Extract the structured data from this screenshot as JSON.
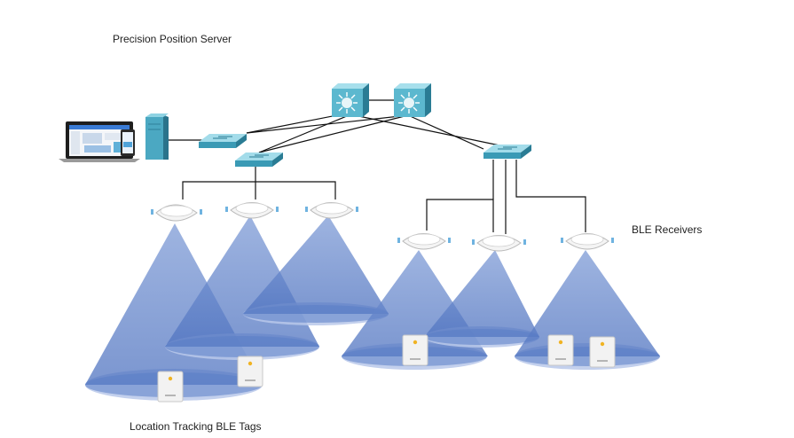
{
  "labels": {
    "server": "Precision Position Server",
    "receivers": "BLE Receivers",
    "tags": "Location Tracking BLE Tags"
  },
  "colors": {
    "beam": "#5a7ec6",
    "beam_floor": "#9fb4e0",
    "switch_top": "#8fd3e3",
    "switch_side": "#2f8fa8",
    "core_face": "#5cb8cf",
    "server": "#3f9bb5",
    "wire": "#111111",
    "receiver": "#f2f2f2",
    "tag": "#eeeeee",
    "tag_dot": "#f0b323"
  },
  "icons": {
    "laptop": "laptop-icon",
    "server": "server-icon",
    "core_switch": "core-switch-icon",
    "access_switch": "switch-icon",
    "receiver": "ble-receiver-icon",
    "tag": "ble-tag-icon"
  }
}
